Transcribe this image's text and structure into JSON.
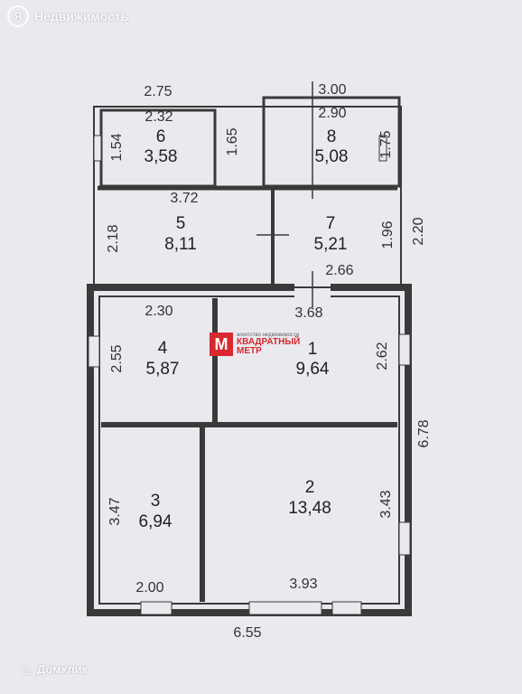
{
  "watermarks": {
    "top_logo": "Я",
    "top_text": "Недвижимость",
    "bottom_text": "Домклик"
  },
  "agency": {
    "mark": "M",
    "small": "агентство недвижимости",
    "line1": "КВАДРАТНЫЙ",
    "line2": "МЕТР"
  },
  "rooms": [
    {
      "num": "1",
      "area": "9,64"
    },
    {
      "num": "2",
      "area": "13,48"
    },
    {
      "num": "3",
      "area": "6,94"
    },
    {
      "num": "4",
      "area": "5,87"
    },
    {
      "num": "5",
      "area": "8,11"
    },
    {
      "num": "6",
      "area": "3,58"
    },
    {
      "num": "7",
      "area": "5,21"
    },
    {
      "num": "8",
      "area": "5,08"
    }
  ],
  "dimensions": {
    "d275": "2.75",
    "d232": "2.32",
    "d154": "1.54",
    "d165": "1.65",
    "d300": "3.00",
    "d290": "2.90",
    "d175": "1.75",
    "d372": "3.72",
    "d218": "2.18",
    "d196": "1.96",
    "d220": "2.20",
    "d266": "2.66",
    "d230": "2.30",
    "d368": "3.68",
    "d255": "2.55",
    "d262": "2.62",
    "d678": "6.78",
    "d347": "3.47",
    "d343": "3.43",
    "d200": "2.00",
    "d393": "3.93",
    "d655": "6.55"
  }
}
